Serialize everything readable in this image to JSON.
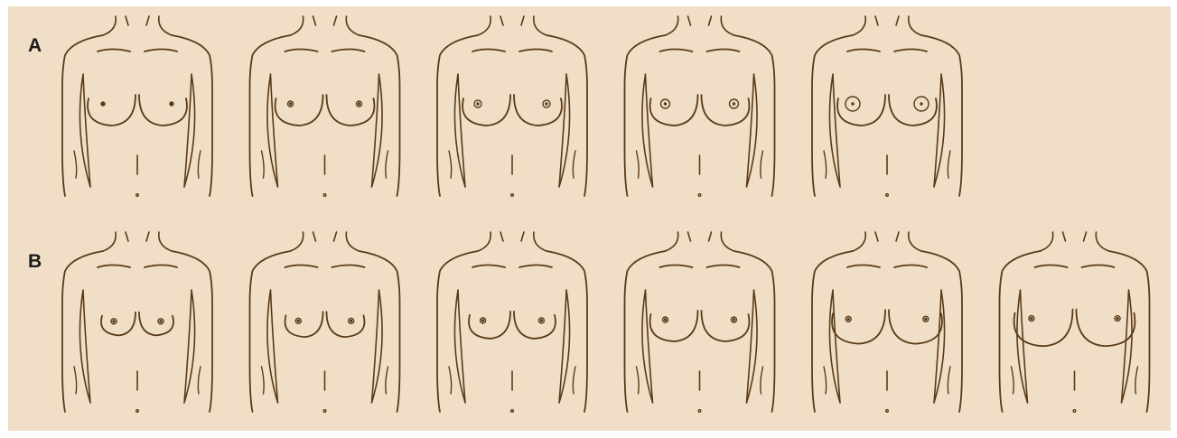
{
  "rows": {
    "a": {
      "label": "A",
      "areola_radius": [
        2,
        3,
        4,
        5,
        8
      ]
    },
    "b": {
      "label": "B",
      "breast_size": [
        0.7,
        0.78,
        0.86,
        1.0,
        1.12,
        1.24
      ]
    }
  },
  "colors": {
    "background": "#f0dfc6",
    "line": "#5a3a18",
    "label": "#1a1a1a"
  },
  "icon": "torso-outline"
}
